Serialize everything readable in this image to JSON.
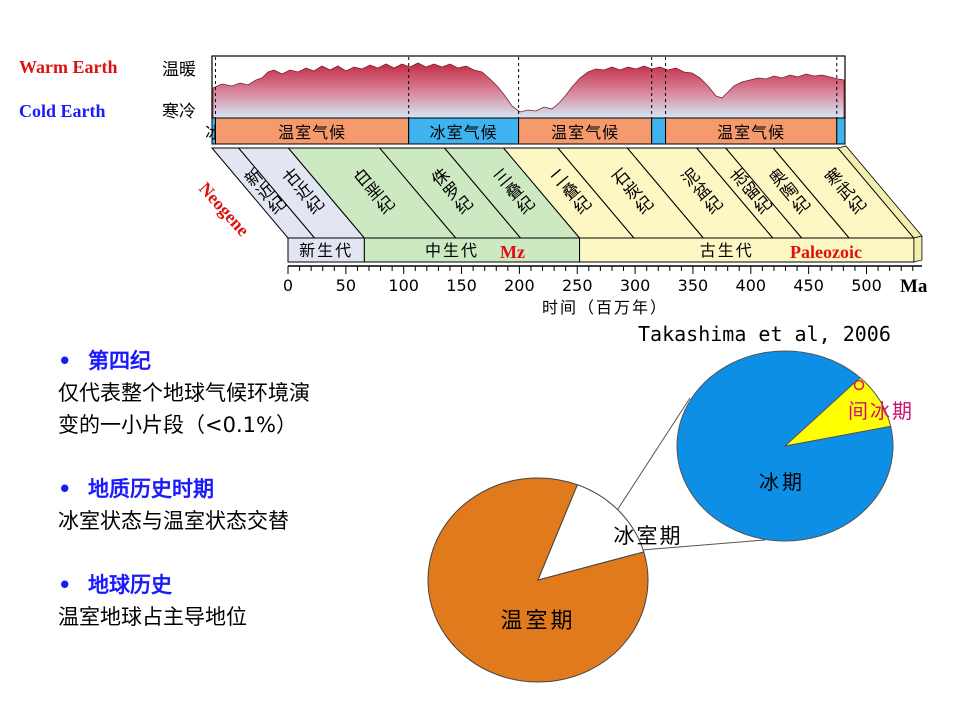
{
  "climate_labels": {
    "warm_en": "Warm Earth",
    "warm_cn": "温暖",
    "cold_en": "Cold Earth",
    "cold_cn": "寒冷"
  },
  "climate_bands": [
    {
      "label": "冰",
      "type": "ice",
      "from": 0,
      "to": 3
    },
    {
      "label": "温室气候",
      "type": "warm",
      "from": 3,
      "to": 170
    },
    {
      "label": "冰室气候",
      "type": "ice",
      "from": 170,
      "to": 265
    },
    {
      "label": "温室气候",
      "type": "warm",
      "from": 265,
      "to": 380
    },
    {
      "label": "",
      "type": "ice",
      "from": 380,
      "to": 392
    },
    {
      "label": "温室气候",
      "type": "warm",
      "from": 392,
      "to": 540
    },
    {
      "label": "",
      "type": "ice",
      "from": 540,
      "to": 548
    }
  ],
  "periods": [
    {
      "label": "新近纪",
      "from": 0,
      "to": 23,
      "era": "cenozoic"
    },
    {
      "label": "古近纪",
      "from": 23,
      "to": 66,
      "era": "cenozoic"
    },
    {
      "label": "白垩纪",
      "from": 66,
      "to": 145,
      "era": "mesozoic"
    },
    {
      "label": "侏罗纪",
      "from": 145,
      "to": 201,
      "era": "mesozoic"
    },
    {
      "label": "三叠纪",
      "from": 201,
      "to": 252,
      "era": "mesozoic"
    },
    {
      "label": "二叠纪",
      "from": 252,
      "to": 299,
      "era": "paleozoic"
    },
    {
      "label": "石炭纪",
      "from": 299,
      "to": 359,
      "era": "paleozoic"
    },
    {
      "label": "泥盆纪",
      "from": 359,
      "to": 419,
      "era": "paleozoic"
    },
    {
      "label": "志留纪",
      "from": 419,
      "to": 444,
      "era": "paleozoic"
    },
    {
      "label": "奥陶纪",
      "from": 444,
      "to": 485,
      "era": "paleozoic"
    },
    {
      "label": "寒武纪",
      "from": 485,
      "to": 541,
      "era": "paleozoic"
    }
  ],
  "eras": [
    {
      "label": "新生代",
      "from": 0,
      "to": 66,
      "color": "#e2e6f2"
    },
    {
      "label": "中生代",
      "from": 66,
      "to": 252,
      "color": "#cde9c2"
    },
    {
      "label": "古生代",
      "from": 252,
      "to": 541,
      "color": "#fdf7c4"
    }
  ],
  "era_annotations": {
    "neogene": "Neogene",
    "mz": "Mz",
    "paleozoic": "Paleozoic"
  },
  "axis": {
    "ticks": [
      0,
      50,
      100,
      150,
      200,
      250,
      300,
      350,
      400,
      450,
      500
    ],
    "unit": "Ma",
    "label": "时间（百万年）",
    "range": [
      0,
      548
    ]
  },
  "citation": "Takashima et al, 2006",
  "bullets": [
    {
      "head": "第四纪",
      "body": [
        "仅代表整个地球气候环境演",
        "变的一小片段（<0.1%）"
      ]
    },
    {
      "head": "地质历史时期",
      "body": [
        "冰室状态与温室状态交替"
      ]
    },
    {
      "head": "地球历史",
      "body": [
        "温室地球占主导地位"
      ]
    }
  ],
  "pies": {
    "main": {
      "slices": [
        {
          "label": "温室期",
          "color": "#e07a1c"
        },
        {
          "label": "冰室期",
          "color": "#ffffff"
        }
      ]
    },
    "zoom": {
      "slices": [
        {
          "label": "冰期",
          "color": "#0d8fe6"
        },
        {
          "label": "间冰期",
          "color": "#ffff00"
        }
      ]
    }
  },
  "colors": {
    "ice_band": "#3fb2f0",
    "warm_band": "#f59a6c",
    "curve_top": "#c9364a",
    "curve_bottom": "#cfe5f7",
    "annotation_red": "#dd1111",
    "annotation_blue": "#1a1aff",
    "interglacial_label": "#cc1177"
  }
}
